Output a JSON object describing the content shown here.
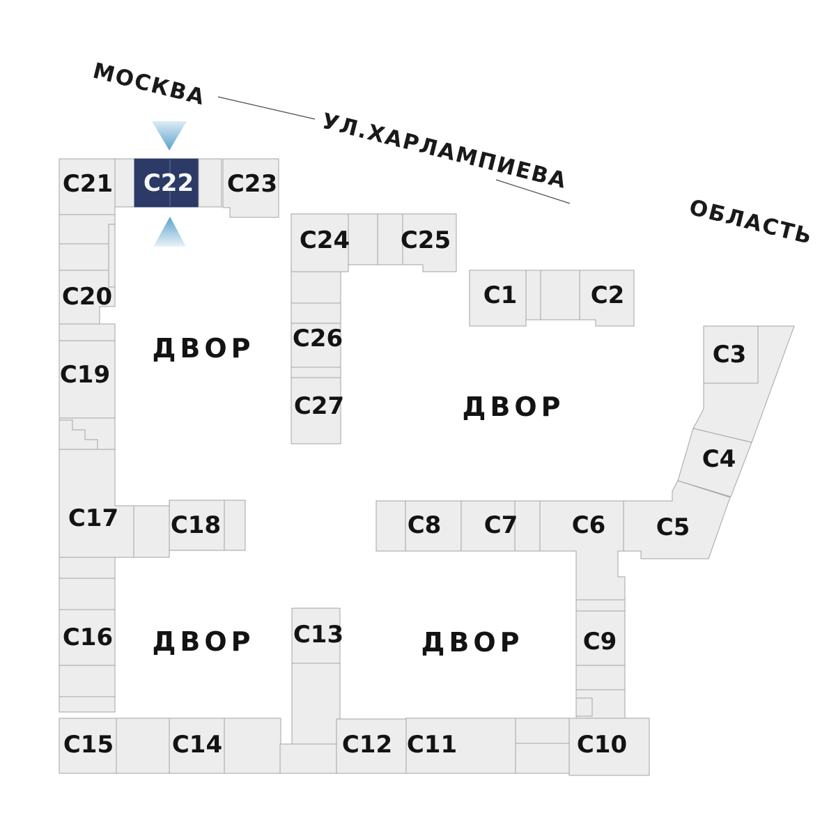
{
  "streets": {
    "city_label": "МОСКВА",
    "street_label": "УЛ.ХАРЛАМПИЕВА",
    "region_label": "ОБЛАСТЬ"
  },
  "courtyards": {
    "labels": [
      "ДВОР",
      "ДВОР",
      "ДВОР",
      "ДВОР"
    ]
  },
  "selected_building": "С22",
  "buildings": [
    {
      "id": "c1",
      "label": "С1",
      "selected": false
    },
    {
      "id": "c2",
      "label": "С2",
      "selected": false
    },
    {
      "id": "c3",
      "label": "С3",
      "selected": false
    },
    {
      "id": "c4",
      "label": "С4",
      "selected": false
    },
    {
      "id": "c5",
      "label": "С5",
      "selected": false
    },
    {
      "id": "c6",
      "label": "С6",
      "selected": false
    },
    {
      "id": "c7",
      "label": "С7",
      "selected": false
    },
    {
      "id": "c8",
      "label": "С8",
      "selected": false
    },
    {
      "id": "c9",
      "label": "С9",
      "selected": false
    },
    {
      "id": "c10",
      "label": "С10",
      "selected": false
    },
    {
      "id": "c11",
      "label": "С11",
      "selected": false
    },
    {
      "id": "c12",
      "label": "С12",
      "selected": false
    },
    {
      "id": "c13",
      "label": "С13",
      "selected": false
    },
    {
      "id": "c14",
      "label": "С14",
      "selected": false
    },
    {
      "id": "c15",
      "label": "С15",
      "selected": false
    },
    {
      "id": "c16",
      "label": "С16",
      "selected": false
    },
    {
      "id": "c17",
      "label": "С17",
      "selected": false
    },
    {
      "id": "c18",
      "label": "С18",
      "selected": false
    },
    {
      "id": "c19",
      "label": "С19",
      "selected": false
    },
    {
      "id": "c20",
      "label": "С20",
      "selected": false
    },
    {
      "id": "c21",
      "label": "С21",
      "selected": false
    },
    {
      "id": "c22",
      "label": "С22",
      "selected": true
    },
    {
      "id": "c23",
      "label": "С23",
      "selected": false
    },
    {
      "id": "c24",
      "label": "С24",
      "selected": false
    },
    {
      "id": "c25",
      "label": "С25",
      "selected": false
    },
    {
      "id": "c26",
      "label": "С26",
      "selected": false
    },
    {
      "id": "c27",
      "label": "С27",
      "selected": false
    }
  ],
  "colors": {
    "building_fill": "#ededed",
    "building_stroke": "#a3a3a3",
    "selected_fill": "#2b3a66",
    "selected_text": "#f7f8fa",
    "label_text": "#131313",
    "arrow_dark": "#5ba2cb",
    "arrow_light": "#dcebf4"
  }
}
